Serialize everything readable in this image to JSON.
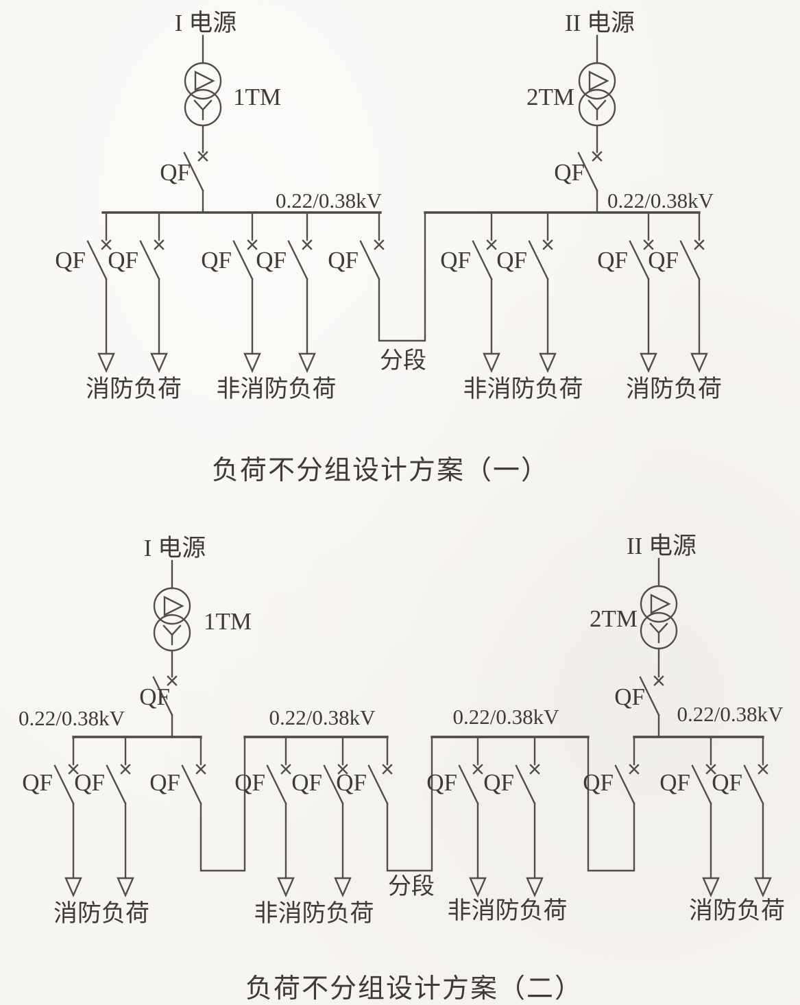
{
  "labels": {
    "qf": "QF",
    "voltage": "0.22/0.38kV",
    "tie": "分段"
  },
  "diagram1": {
    "caption": "负荷不分组设计方案（一）",
    "source_left": {
      "name": "I 电源",
      "transformer": "1TM"
    },
    "source_right": {
      "name": "II 电源",
      "transformer": "2TM"
    },
    "loads": [
      "消防负荷",
      "非消防负荷",
      "非消防负荷",
      "消防负荷"
    ]
  },
  "diagram2": {
    "caption": "负荷不分组设计方案（二）",
    "source_left": {
      "name": "I 电源",
      "transformer": "1TM"
    },
    "source_right": {
      "name": "II 电源",
      "transformer": "2TM"
    },
    "loads": [
      "消防负荷",
      "非消防负荷",
      "非消防负荷",
      "消防负荷"
    ]
  },
  "colors": {
    "line": "#514d47",
    "text": "#3e3a34",
    "paper": "#f7f5f1"
  }
}
